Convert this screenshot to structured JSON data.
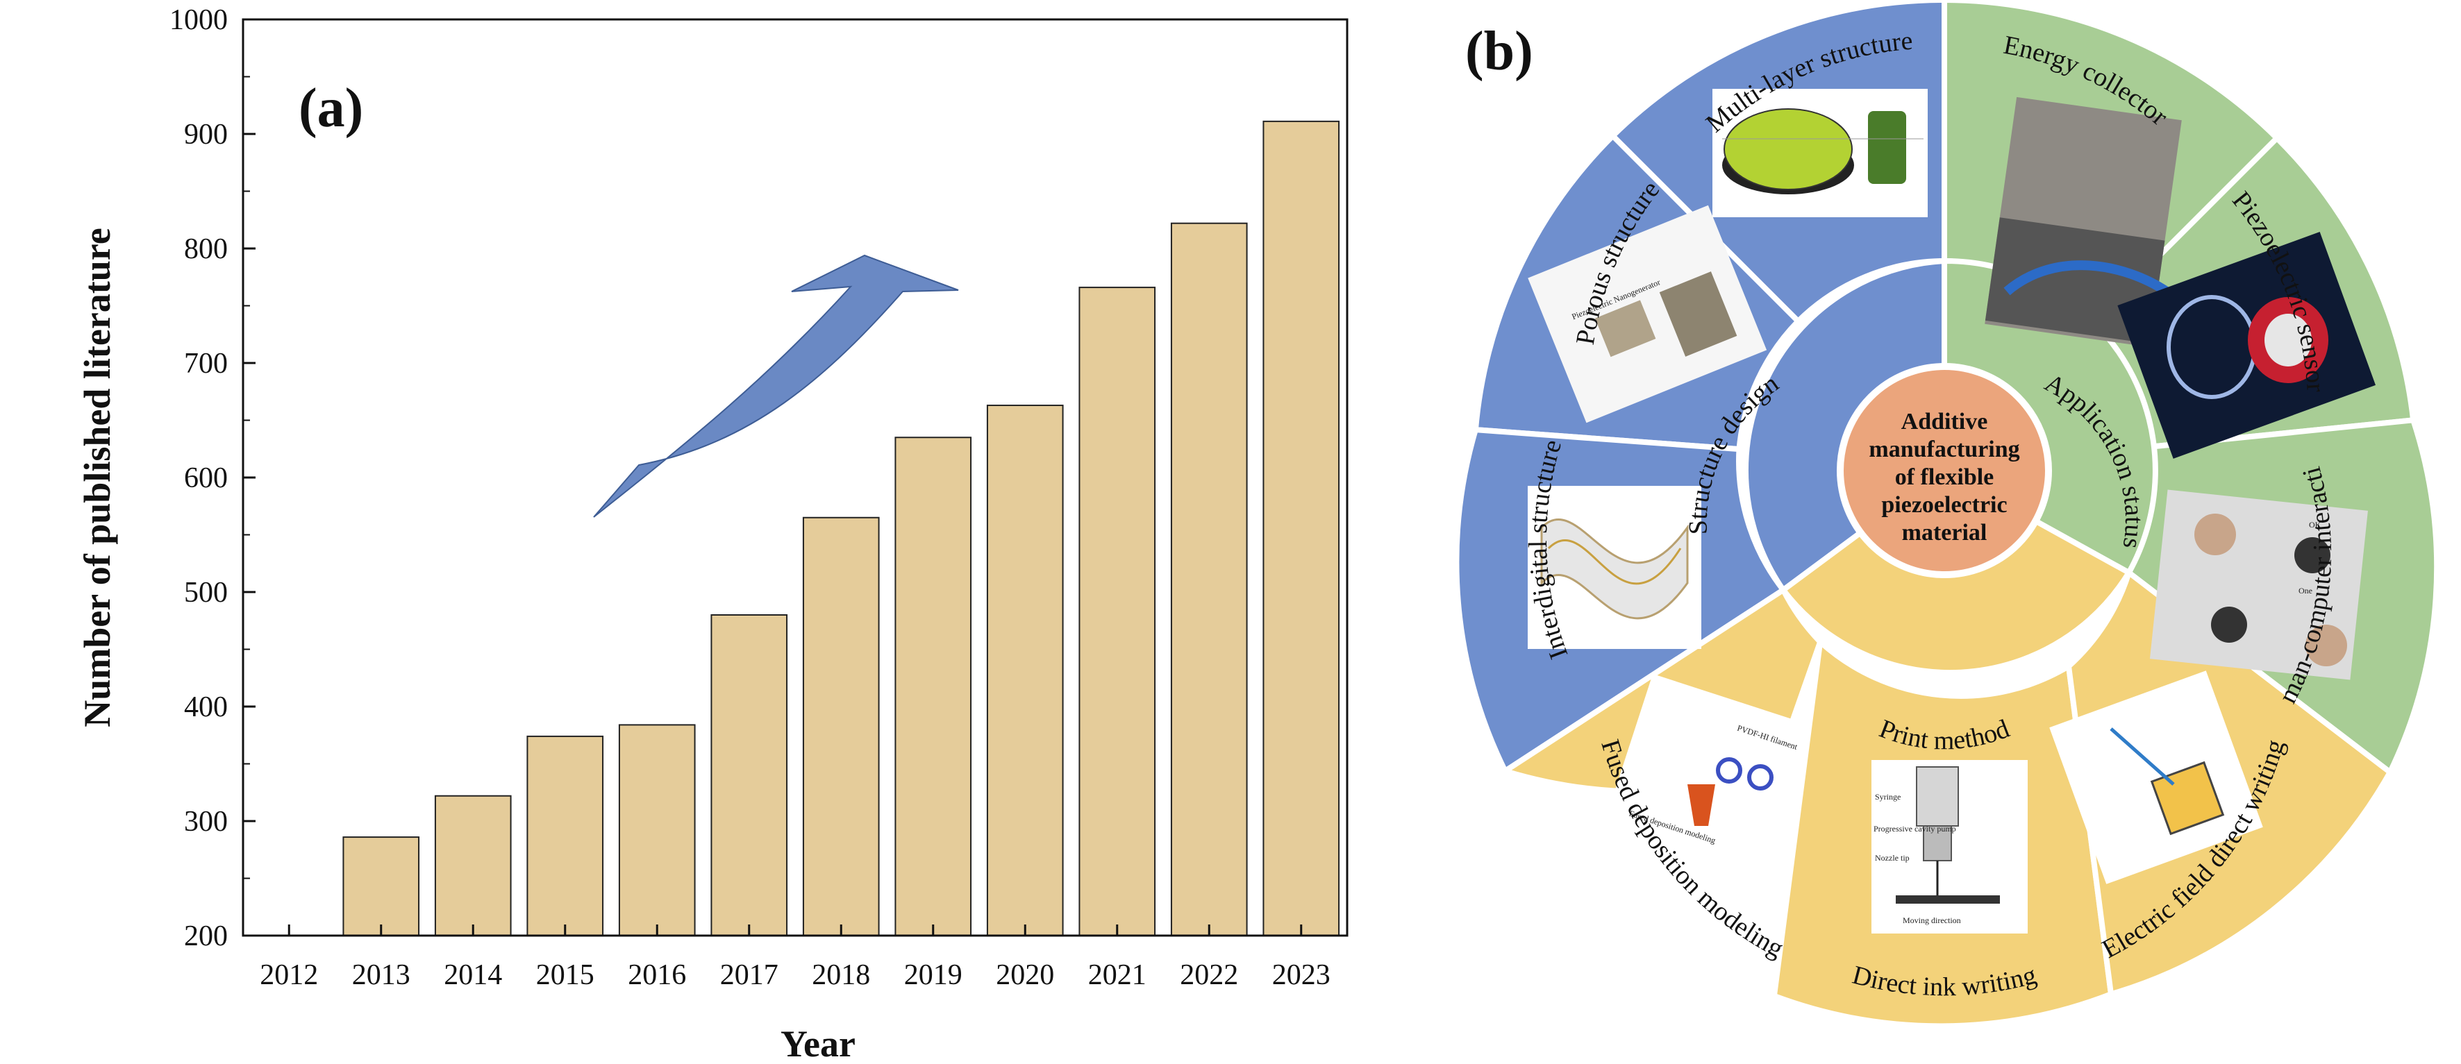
{
  "chart_data": [
    {
      "type": "bar",
      "panel_label": "(a)",
      "xlabel": "Year",
      "ylabel": "Number of published literature",
      "x_ticks": [
        "2012",
        "2013",
        "2014",
        "2015",
        "2016",
        "2017",
        "2018",
        "2019",
        "2020",
        "2021",
        "2022",
        "2023"
      ],
      "categories": [
        "2013",
        "2014",
        "2015",
        "2016",
        "2017",
        "2018",
        "2019",
        "2020",
        "2021",
        "2022",
        "2023"
      ],
      "values": [
        286,
        322,
        374,
        384,
        480,
        565,
        635,
        663,
        766,
        822,
        911
      ],
      "ylim": [
        200,
        1000
      ],
      "y_ticks": [
        "200",
        "300",
        "400",
        "500",
        "600",
        "700",
        "800",
        "900",
        "1000"
      ],
      "bar_color": "#e5cc9a",
      "arrow_color": "#6a89c4",
      "grid": false
    }
  ],
  "diagram": {
    "panel_label": "(b)",
    "center": [
      "Additive",
      "manufacturing",
      "of flexible",
      "piezoelectric",
      "material"
    ],
    "inner_ring": {
      "structure": "Structure design",
      "application": "Application status",
      "print": "Print method"
    },
    "outer_segments": {
      "multilayer": "Multi-layer structure",
      "porous": "Porous structure",
      "interdigital": "Interdigital structure",
      "energy": "Energy collector",
      "sensor": "Piezoelectric sensor",
      "hci": "Human-computer interaction",
      "fdm": "Fused deposition modeling",
      "diw": "Direct ink writing",
      "efdw": "Electric field direct writing"
    },
    "image_labels": {
      "porous_title": "Piezoelectric Nanogenerator",
      "fdm_title": "PVDF-HI filament",
      "fdm_label": "Fused deposition modeling",
      "diw_syringe": "Syringe",
      "diw_pump": "Progressive cavity pump",
      "diw_nozzle": "Nozzle tip",
      "diw_direction": "Moving direction",
      "hci_ok": "OK",
      "hci_one": "One"
    },
    "colors": {
      "blue": "#6f8fce",
      "green": "#a8cd95",
      "yellow": "#f3d27a",
      "center": "#eba57c"
    }
  }
}
